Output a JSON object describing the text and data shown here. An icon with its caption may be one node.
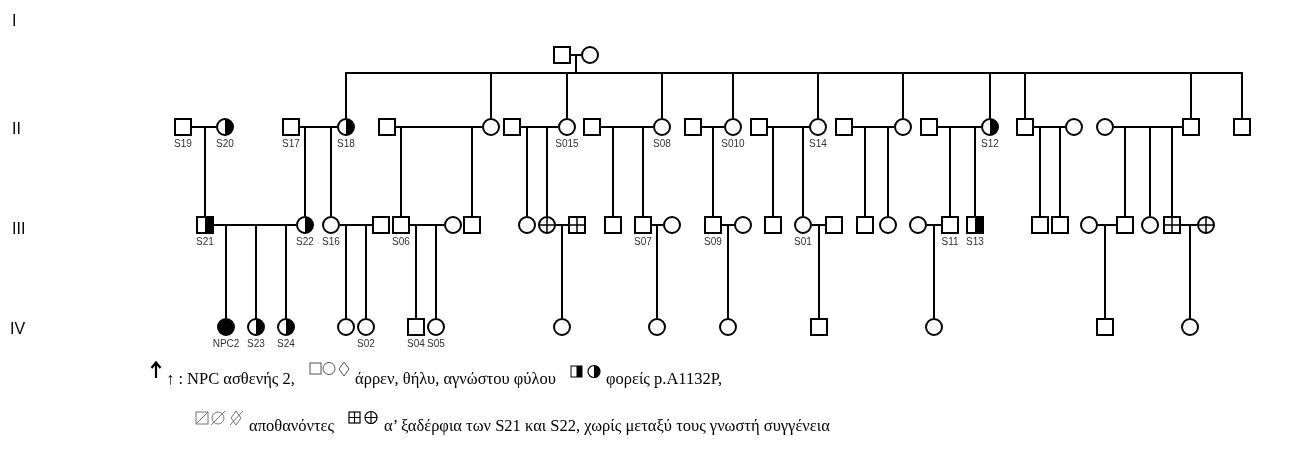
{
  "diagram": {
    "nodes": [
      {
        "text": [],
        "shape": "box"
      },
      {
        "text": [],
        "shape": "circle"
      },
      {
        "text": [],
        "shape": "box",
        "beside": [
          "S19"
        ]
      },
      {
        "text": [],
        "shape": "circle",
        "beside": [
          "S20"
        ]
      },
      {
        "text": [],
        "shape": "box",
        "beside": [
          "S17"
        ]
      },
      {
        "text": [],
        "shape": "circle",
        "beside": [
          "S18"
        ]
      },
      {
        "text": [],
        "shape": "box"
      },
      {
        "text": [],
        "shape": "circle"
      },
      {
        "text": [],
        "shape": "box"
      },
      {
        "text": [],
        "shape": "circle",
        "beside": [
          "S015"
        ]
      },
      {
        "text": [],
        "shape": "box"
      },
      {
        "text": [],
        "shape": "circle",
        "beside": [
          "S08"
        ]
      },
      {
        "text": [],
        "shape": "box"
      },
      {
        "text": [],
        "shape": "circle",
        "beside": [
          "S010"
        ]
      },
      {
        "text": [],
        "shape": "box"
      },
      {
        "text": [],
        "shape": "circle",
        "beside": [
          "S14"
        ]
      },
      {
        "text": [],
        "shape": "box"
      },
      {
        "text": [],
        "shape": "circle"
      },
      {
        "text": [],
        "shape": "box"
      },
      {
        "text": [],
        "shape": "circle",
        "beside": [
          "S12"
        ]
      },
      {
        "text": [],
        "shape": "box"
      },
      {
        "text": [],
        "shape": "circle"
      },
      {
        "text": [],
        "shape": "circle"
      },
      {
        "text": [],
        "shape": "box"
      },
      {
        "text": [],
        "shape": "box"
      },
      {
        "text": [],
        "shape": "box",
        "beside": [
          "S21"
        ]
      },
      {
        "text": [],
        "shape": "circle",
        "beside": [
          "S22"
        ]
      },
      {
        "text": [],
        "shape": "circle",
        "beside": [
          "S16"
        ]
      },
      {
        "text": [],
        "shape": "box"
      },
      {
        "text": [],
        "shape": "box",
        "beside": [
          "S06"
        ]
      },
      {
        "text": [],
        "shape": "circle"
      },
      {
        "text": [],
        "shape": "box"
      },
      {
        "text": [],
        "shape": "circle"
      },
      {
        "text": [],
        "shape": "circle"
      },
      {
        "text": [],
        "shape": "box"
      },
      {
        "text": [],
        "shape": "box"
      },
      {
        "text": [],
        "shape": "box",
        "beside": [
          "S07"
        ]
      },
      {
        "text": [],
        "shape": "circle"
      },
      {
        "text": [],
        "shape": "box",
        "beside": [
          "S09"
        ]
      },
      {
        "text": [],
        "shape": "circle"
      },
      {
        "text": [],
        "shape": "box"
      },
      {
        "text": [],
        "shape": "circle",
        "beside": [
          "S01"
        ]
      },
      {
        "text": [],
        "shape": "box"
      },
      {
        "text": [],
        "shape": "box"
      },
      {
        "text": [],
        "shape": "circle"
      },
      {
        "text": [],
        "shape": "circle"
      },
      {
        "text": [],
        "shape": "box",
        "beside": [
          "S11"
        ]
      },
      {
        "text": [],
        "shape": "box",
        "beside": [
          "S13"
        ]
      },
      {
        "text": [],
        "shape": "box"
      },
      {
        "text": [],
        "shape": "box"
      },
      {
        "text": [],
        "shape": "circle"
      },
      {
        "text": [],
        "shape": "box"
      },
      {
        "text": [],
        "shape": "circle"
      },
      {
        "text": [],
        "shape": "box"
      },
      {
        "text": [],
        "shape": "circle"
      },
      {
        "text": [],
        "shape": "circle",
        "beside": [
          "NPC2"
        ]
      },
      {
        "text": [],
        "shape": "circle",
        "beside": [
          "S23"
        ]
      },
      {
        "text": [],
        "shape": "circle",
        "beside": [
          "S24"
        ]
      },
      {
        "text": [],
        "shape": "circle"
      },
      {
        "text": [],
        "shape": "circle",
        "beside": [
          "S02"
        ]
      },
      {
        "text": [],
        "shape": "box",
        "beside": [
          "S04"
        ]
      },
      {
        "text": [],
        "shape": "circle",
        "beside": [
          "S05"
        ]
      },
      {
        "text": [],
        "shape": "circle"
      },
      {
        "text": [],
        "shape": "circle"
      },
      {
        "text": [],
        "shape": "circle"
      },
      {
        "text": [],
        "shape": "box"
      },
      {
        "text": [],
        "shape": "circle"
      },
      {
        "text": [],
        "shape": "box"
      },
      {
        "text": [],
        "shape": "circle"
      }
    ],
    "edges": [
      {
        "from": 0,
        "to": 1,
        "arrow": "none"
      },
      {
        "from": 0,
        "to": 5,
        "arrow": "none"
      },
      {
        "from": 1,
        "to": 5,
        "arrow": "none"
      },
      {
        "from": 0,
        "to": 7,
        "arrow": "none"
      },
      {
        "from": 1,
        "to": 7,
        "arrow": "none"
      },
      {
        "from": 0,
        "to": 9,
        "arrow": "none"
      },
      {
        "from": 1,
        "to": 9,
        "arrow": "none"
      },
      {
        "from": 0,
        "to": 11,
        "arrow": "none"
      },
      {
        "from": 1,
        "to": 11,
        "arrow": "none"
      },
      {
        "from": 0,
        "to": 13,
        "arrow": "none"
      },
      {
        "from": 1,
        "to": 13,
        "arrow": "none"
      },
      {
        "from": 0,
        "to": 15,
        "arrow": "none"
      },
      {
        "from": 1,
        "to": 15,
        "arrow": "none"
      },
      {
        "from": 0,
        "to": 17,
        "arrow": "none"
      },
      {
        "from": 1,
        "to": 17,
        "arrow": "none"
      },
      {
        "from": 0,
        "to": 19,
        "arrow": "none"
      },
      {
        "from": 1,
        "to": 19,
        "arrow": "none"
      },
      {
        "from": 0,
        "to": 20,
        "arrow": "none"
      },
      {
        "from": 1,
        "to": 20,
        "arrow": "none"
      },
      {
        "from": 0,
        "to": 23,
        "arrow": "none"
      },
      {
        "from": 1,
        "to": 23,
        "arrow": "none"
      },
      {
        "from": 0,
        "to": 24,
        "arrow": "none"
      },
      {
        "from": 1,
        "to": 24,
        "arrow": "none"
      },
      {
        "from": 2,
        "to": 3,
        "arrow": "none"
      },
      {
        "from": 2,
        "to": 25,
        "arrow": "none"
      },
      {
        "from": 3,
        "to": 25,
        "arrow": "none"
      },
      {
        "from": 4,
        "to": 5,
        "arrow": "none"
      },
      {
        "from": 4,
        "to": 26,
        "arrow": "none"
      },
      {
        "from": 5,
        "to": 26,
        "arrow": "none"
      },
      {
        "from": 4,
        "to": 27,
        "arrow": "none"
      },
      {
        "from": 5,
        "to": 27,
        "arrow": "none"
      },
      {
        "from": 6,
        "to": 7,
        "arrow": "none"
      },
      {
        "from": 6,
        "to": 29,
        "arrow": "none"
      },
      {
        "from": 7,
        "to": 29,
        "arrow": "none"
      },
      {
        "from": 6,
        "to": 31,
        "arrow": "none"
      },
      {
        "from": 7,
        "to": 31,
        "arrow": "none"
      },
      {
        "from": 8,
        "to": 9,
        "arrow": "none"
      },
      {
        "from": 8,
        "to": 32,
        "arrow": "none"
      },
      {
        "from": 9,
        "to": 32,
        "arrow": "none"
      },
      {
        "from": 8,
        "to": 33,
        "arrow": "none"
      },
      {
        "from": 9,
        "to": 33,
        "arrow": "none"
      },
      {
        "from": 10,
        "to": 11,
        "arrow": "none"
      },
      {
        "from": 10,
        "to": 35,
        "arrow": "none"
      },
      {
        "from": 11,
        "to": 35,
        "arrow": "none"
      },
      {
        "from": 10,
        "to": 36,
        "arrow": "none"
      },
      {
        "from": 11,
        "to": 36,
        "arrow": "none"
      },
      {
        "from": 12,
        "to": 13,
        "arrow": "none"
      },
      {
        "from": 12,
        "to": 38,
        "arrow": "none"
      },
      {
        "from": 13,
        "to": 38,
        "arrow": "none"
      },
      {
        "from": 14,
        "to": 15,
        "arrow": "none"
      },
      {
        "from": 14,
        "to": 40,
        "arrow": "none"
      },
      {
        "from": 15,
        "to": 40,
        "arrow": "none"
      },
      {
        "from": 14,
        "to": 41,
        "arrow": "none"
      },
      {
        "from": 15,
        "to": 41,
        "arrow": "none"
      },
      {
        "from": 16,
        "to": 17,
        "arrow": "none"
      },
      {
        "from": 16,
        "to": 43,
        "arrow": "none"
      },
      {
        "from": 17,
        "to": 43,
        "arrow": "none"
      },
      {
        "from": 16,
        "to": 44,
        "arrow": "none"
      },
      {
        "from": 17,
        "to": 44,
        "arrow": "none"
      },
      {
        "from": 18,
        "to": 19,
        "arrow": "none"
      },
      {
        "from": 18,
        "to": 46,
        "arrow": "none"
      },
      {
        "from": 19,
        "to": 46,
        "arrow": "none"
      },
      {
        "from": 18,
        "to": 47,
        "arrow": "none"
      },
      {
        "from": 19,
        "to": 47,
        "arrow": "none"
      },
      {
        "from": 20,
        "to": 21,
        "arrow": "none"
      },
      {
        "from": 20,
        "to": 48,
        "arrow": "none"
      },
      {
        "from": 21,
        "to": 48,
        "arrow": "none"
      },
      {
        "from": 20,
        "to": 49,
        "arrow": "none"
      },
      {
        "from": 21,
        "to": 49,
        "arrow": "none"
      },
      {
        "from": 22,
        "to": 23,
        "arrow": "none"
      },
      {
        "from": 22,
        "to": 51,
        "arrow": "none"
      },
      {
        "from": 23,
        "to": 51,
        "arrow": "none"
      },
      {
        "from": 22,
        "to": 52,
        "arrow": "none"
      },
      {
        "from": 23,
        "to": 52,
        "arrow": "none"
      },
      {
        "from": 22,
        "to": 53,
        "arrow": "none"
      },
      {
        "from": 23,
        "to": 53,
        "arrow": "none"
      },
      {
        "from": 25,
        "to": 26,
        "arrow": "none"
      },
      {
        "from": 25,
        "to": 55,
        "arrow": "none"
      },
      {
        "from": 26,
        "to": 55,
        "arrow": "none"
      },
      {
        "from": 25,
        "to": 56,
        "arrow": "none"
      },
      {
        "from": 26,
        "to": 56,
        "arrow": "none"
      },
      {
        "from": 25,
        "to": 57,
        "arrow": "none"
      },
      {
        "from": 26,
        "to": 57,
        "arrow": "none"
      },
      {
        "from": 27,
        "to": 28,
        "arrow": "none"
      },
      {
        "from": 27,
        "to": 58,
        "arrow": "none"
      },
      {
        "from": 28,
        "to": 58,
        "arrow": "none"
      },
      {
        "from": 27,
        "to": 59,
        "arrow": "none"
      },
      {
        "from": 28,
        "to": 59,
        "arrow": "none"
      },
      {
        "from": 29,
        "to": 30,
        "arrow": "none"
      },
      {
        "from": 29,
        "to": 60,
        "arrow": "none"
      },
      {
        "from": 30,
        "to": 60,
        "arrow": "none"
      },
      {
        "from": 29,
        "to": 61,
        "arrow": "none"
      },
      {
        "from": 30,
        "to": 61,
        "arrow": "none"
      },
      {
        "from": 33,
        "to": 34,
        "arrow": "none"
      },
      {
        "from": 33,
        "to": 62,
        "arrow": "none"
      },
      {
        "from": 34,
        "to": 62,
        "arrow": "none"
      },
      {
        "from": 36,
        "to": 37,
        "arrow": "none"
      },
      {
        "from": 36,
        "to": 63,
        "arrow": "none"
      },
      {
        "from": 37,
        "to": 63,
        "arrow": "none"
      },
      {
        "from": 38,
        "to": 39,
        "arrow": "none"
      },
      {
        "from": 38,
        "to": 64,
        "arrow": "none"
      },
      {
        "from": 39,
        "to": 64,
        "arrow": "none"
      },
      {
        "from": 41,
        "to": 42,
        "arrow": "none"
      },
      {
        "from": 41,
        "to": 65,
        "arrow": "none"
      },
      {
        "from": 42,
        "to": 65,
        "arrow": "none"
      },
      {
        "from": 45,
        "to": 46,
        "arrow": "none"
      },
      {
        "from": 45,
        "to": 66,
        "arrow": "none"
      },
      {
        "from": 46,
        "to": 66,
        "arrow": "none"
      },
      {
        "from": 50,
        "to": 51,
        "arrow": "none"
      },
      {
        "from": 50,
        "to": 67,
        "arrow": "none"
      },
      {
        "from": 51,
        "to": 67,
        "arrow": "none"
      },
      {
        "from": 53,
        "to": 54,
        "arrow": "none"
      },
      {
        "from": 53,
        "to": 68,
        "arrow": "none"
      },
      {
        "from": 54,
        "to": 68,
        "arrow": "none"
      }
    ],
    "labels": [
      "I",
      "II",
      "III",
      "IV"
    ],
    "legend": [
      {
        "text": "↑ : NPC ασθενής 2,"
      },
      {
        "text": "άρρεν, θήλυ, αγνώστου φύλου"
      },
      {
        "text": "φορείς p.A1132P,"
      },
      {
        "text": "αποθανόντες"
      },
      {
        "text": "α’ ξαδέρφια των S21 και S22, χωρίς μεταξύ τους γνωστή συγγένεια"
      }
    ]
  }
}
